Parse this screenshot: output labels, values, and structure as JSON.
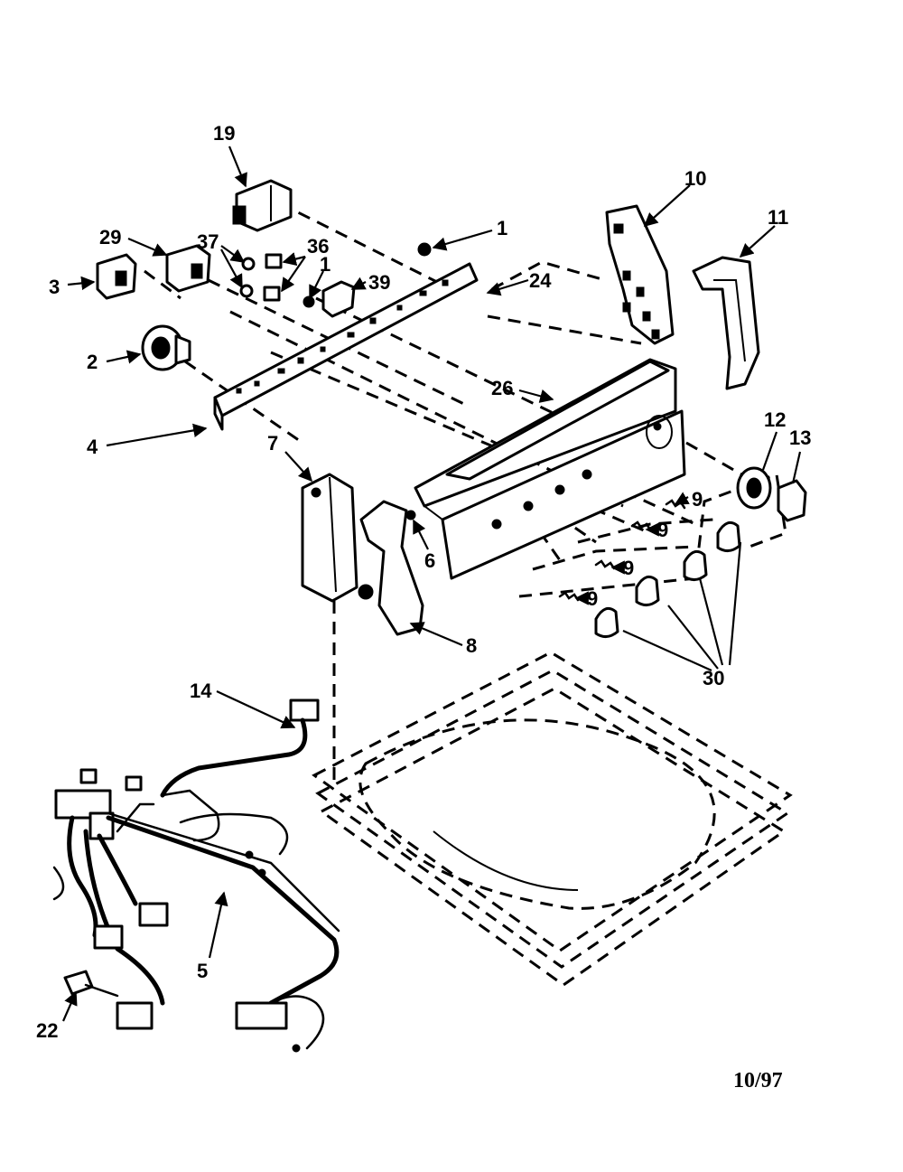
{
  "labels": {
    "l19": "19",
    "l29": "29",
    "l37": "37",
    "l36": "36",
    "l1a": "1",
    "l1b": "1",
    "l39": "39",
    "l3": "3",
    "l2": "2",
    "l4": "4",
    "l24": "24",
    "l10": "10",
    "l11": "11",
    "l26": "26",
    "l7": "7",
    "l6a": "6",
    "l8": "8",
    "l12": "12",
    "l13": "13",
    "l9a": "9",
    "l9b": "9",
    "l9c": "9",
    "l9d": "9",
    "l30": "30",
    "l14": "14",
    "l5": "5",
    "l22": "22"
  },
  "date_code": "10/97"
}
